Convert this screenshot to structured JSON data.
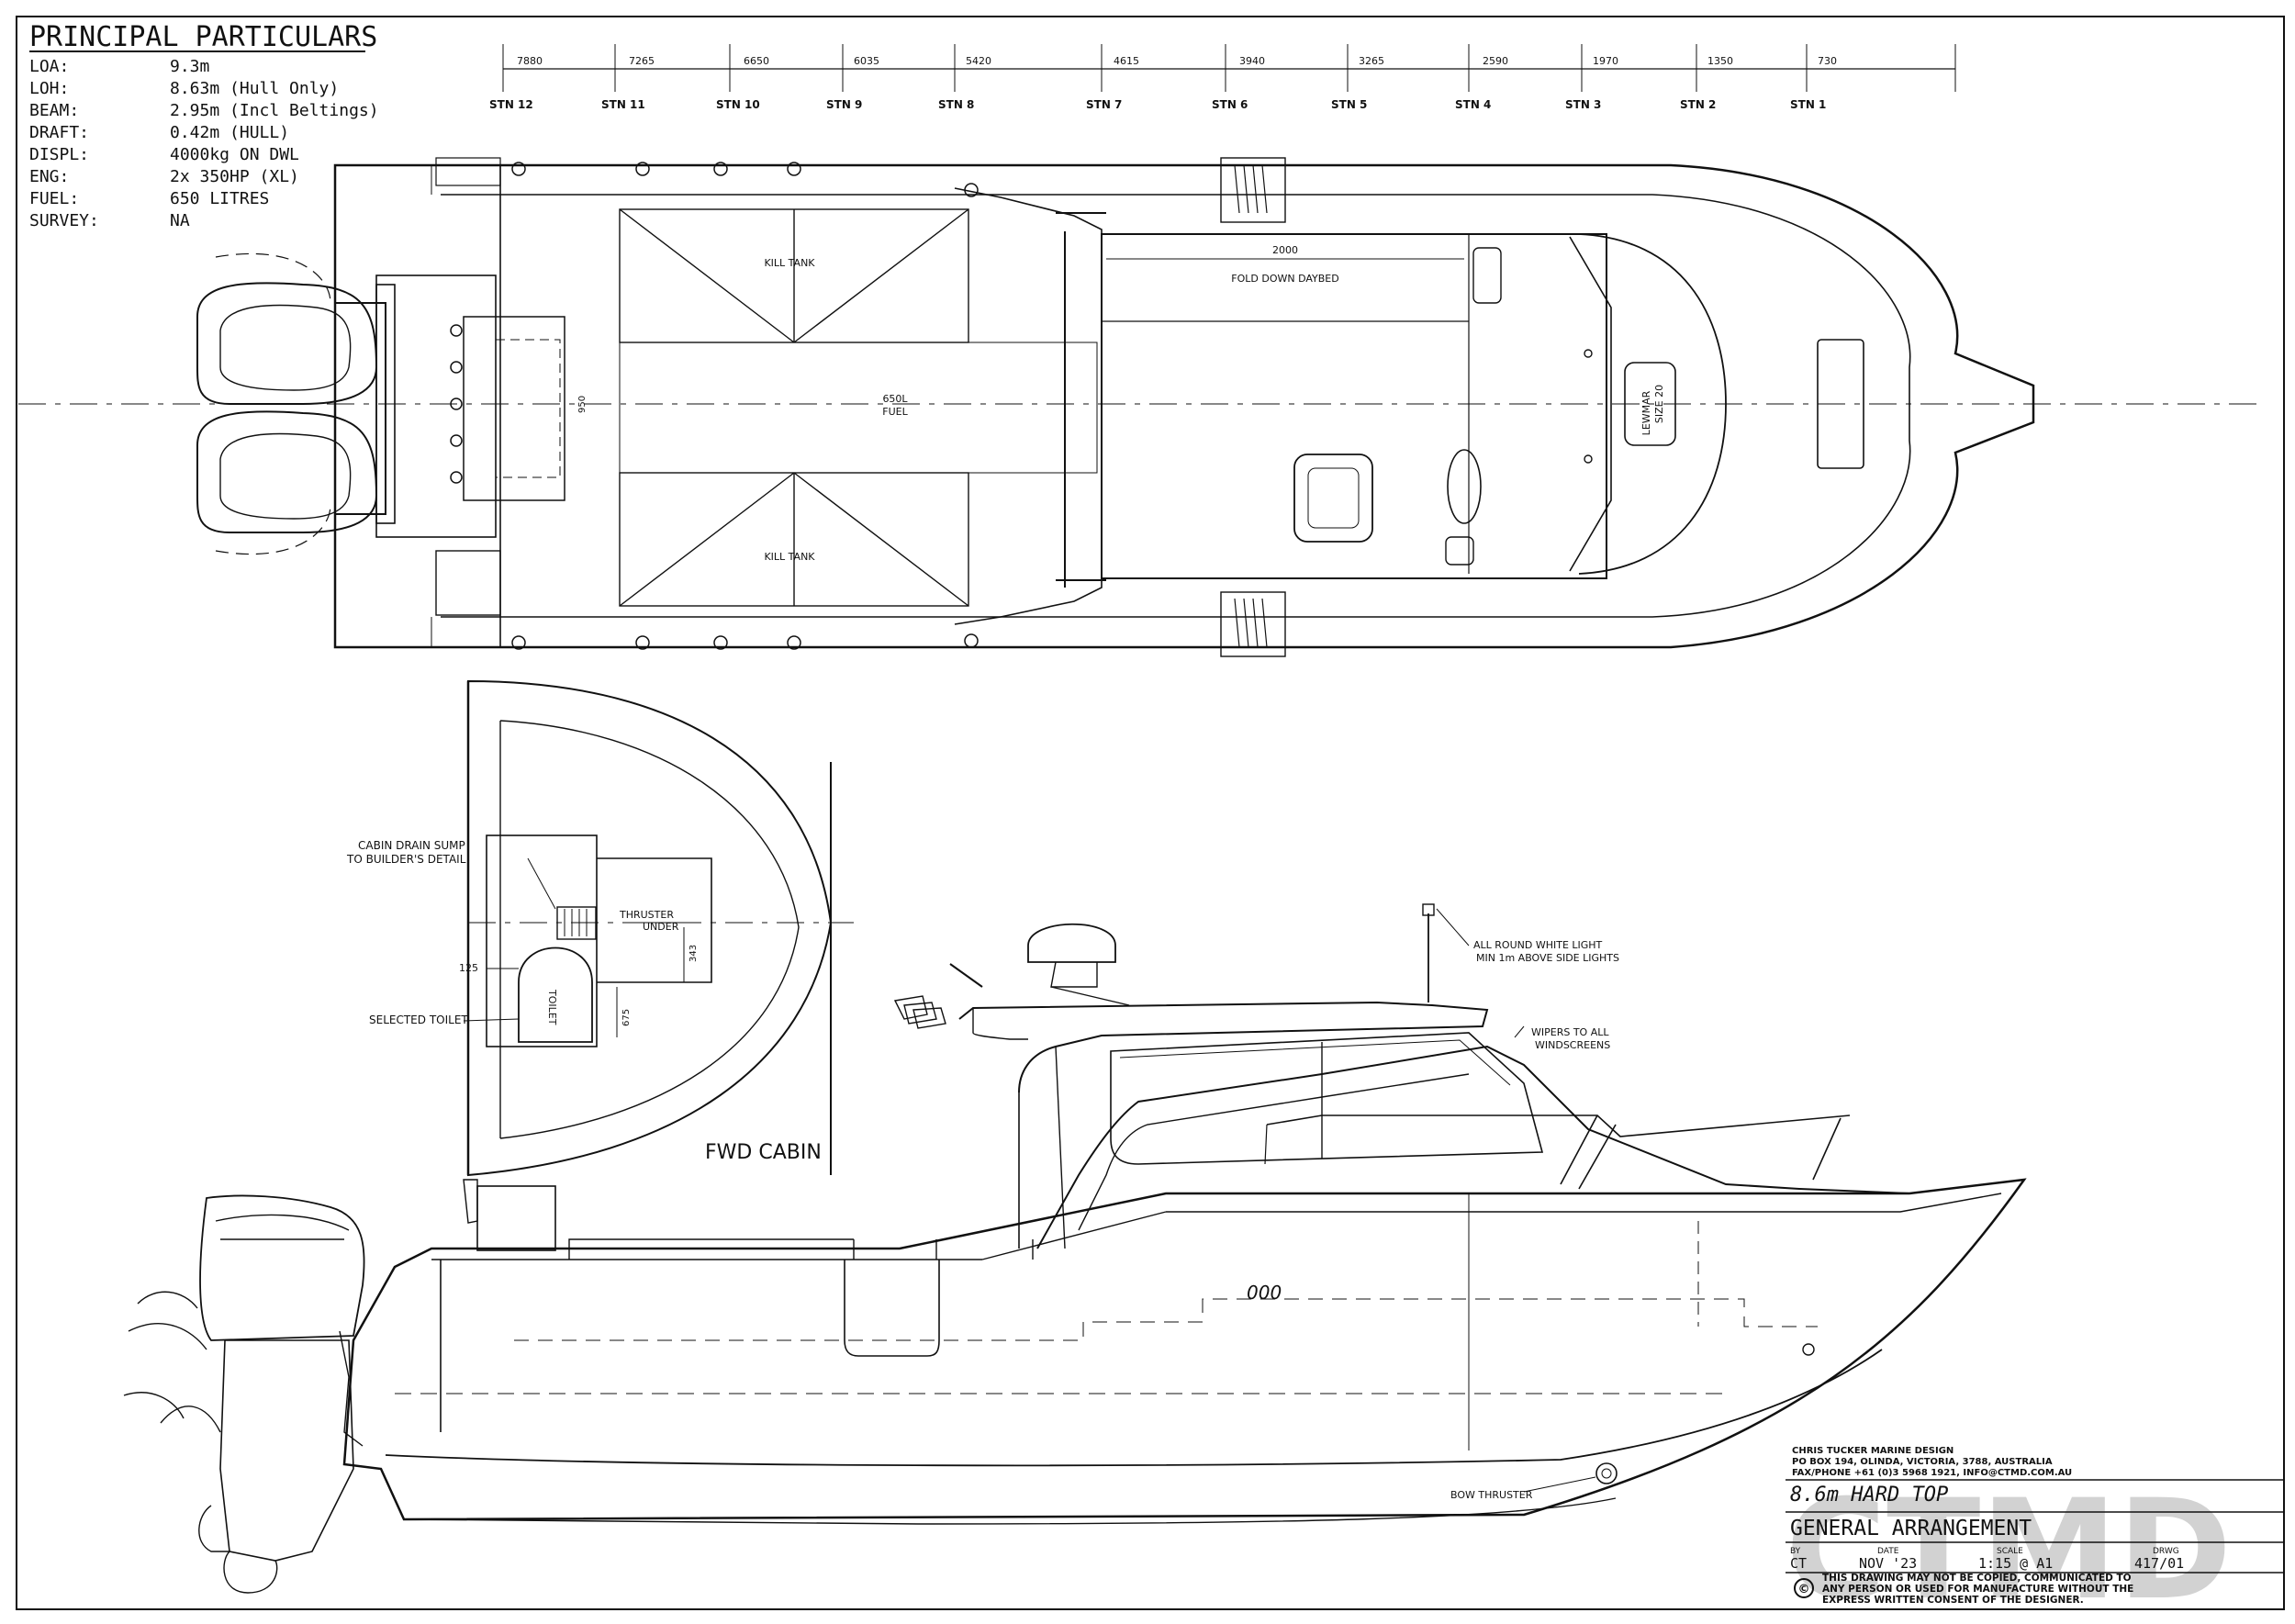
{
  "particulars": {
    "title": "PRINCIPAL PARTICULARS",
    "rows": [
      {
        "label": "LOA:",
        "value": "9.3m"
      },
      {
        "label": "LOH:",
        "value": "8.63m (Hull Only)"
      },
      {
        "label": "BEAM:",
        "value": "2.95m (Incl Beltings)"
      },
      {
        "label": "DRAFT:",
        "value": "0.42m (HULL)"
      },
      {
        "label": "DISPL:",
        "value": "4000kg ON DWL"
      },
      {
        "label": "ENG:",
        "value": "2x 350HP (XL)"
      },
      {
        "label": "FUEL:",
        "value": "650 LITRES"
      },
      {
        "label": "SURVEY:",
        "value": "NA"
      }
    ]
  },
  "stations": {
    "dims": [
      "7880",
      "7265",
      "6650",
      "6035",
      "5420",
      "4615",
      "3940",
      "3265",
      "2590",
      "1970",
      "1350",
      "730"
    ],
    "labels": [
      "STN 12",
      "STN 11",
      "STN 10",
      "STN 9",
      "STN 8",
      "STN 7",
      "STN 6",
      "STN 5",
      "STN 4",
      "STN 3",
      "STN 2",
      "STN 1"
    ]
  },
  "plan": {
    "kill_tank_top": "KILL TANK",
    "kill_tank_bottom": "KILL TANK",
    "fuel_line1": "650L",
    "fuel_line2": "FUEL",
    "daybed_dim": "2000",
    "daybed": "FOLD DOWN DAYBED",
    "transom_dim": "950",
    "lewmar_line1": "LEWMAR",
    "lewmar_line2": "SIZE 20"
  },
  "cabin": {
    "drain_line1": "CABIN DRAIN SUMP",
    "drain_line2": "TO BUILDER'S DETAIL",
    "thruster_line1": "THRUSTER",
    "thruster_line2": "UNDER",
    "dim_343": "343",
    "dim_125": "125",
    "dim_675": "675",
    "toilet": "TOILET",
    "selected_toilet": "SELECTED TOILET",
    "title": "FWD CABIN"
  },
  "profile": {
    "light_line1": "ALL ROUND WHITE LIGHT",
    "light_line2": "MIN 1m ABOVE SIDE LIGHTS",
    "wipers_line1": "WIPERS TO ALL",
    "wipers_line2": "WINDSCREENS",
    "bow_thruster": "BOW THRUSTER",
    "hull_mark": "000"
  },
  "title_block": {
    "company": "CHRIS TUCKER MARINE DESIGN",
    "address": "PO BOX 194, OLINDA, VICTORIA, 3788, AUSTRALIA",
    "contact": "FAX/PHONE +61 (0)3 5968 1921, INFO@CTMD.COM.AU",
    "project": "8.6m HARD TOP",
    "drawing": "GENERAL ARRANGEMENT",
    "fields": [
      {
        "label": "BY",
        "value": "CT"
      },
      {
        "label": "DATE",
        "value": "NOV '23"
      },
      {
        "label": "SCALE",
        "value": "1:15 @ A1"
      },
      {
        "label": "DRWG",
        "value": "417/01"
      }
    ],
    "logo": "CTMD",
    "copyright_symbol": "©",
    "disclaimer_1": "THIS DRAWING MAY NOT BE COPIED, COMMUNICATED TO",
    "disclaimer_2": "ANY PERSON OR USED FOR MANUFACTURE WITHOUT THE",
    "disclaimer_3": "EXPRESS WRITTEN CONSENT OF THE DESIGNER."
  }
}
